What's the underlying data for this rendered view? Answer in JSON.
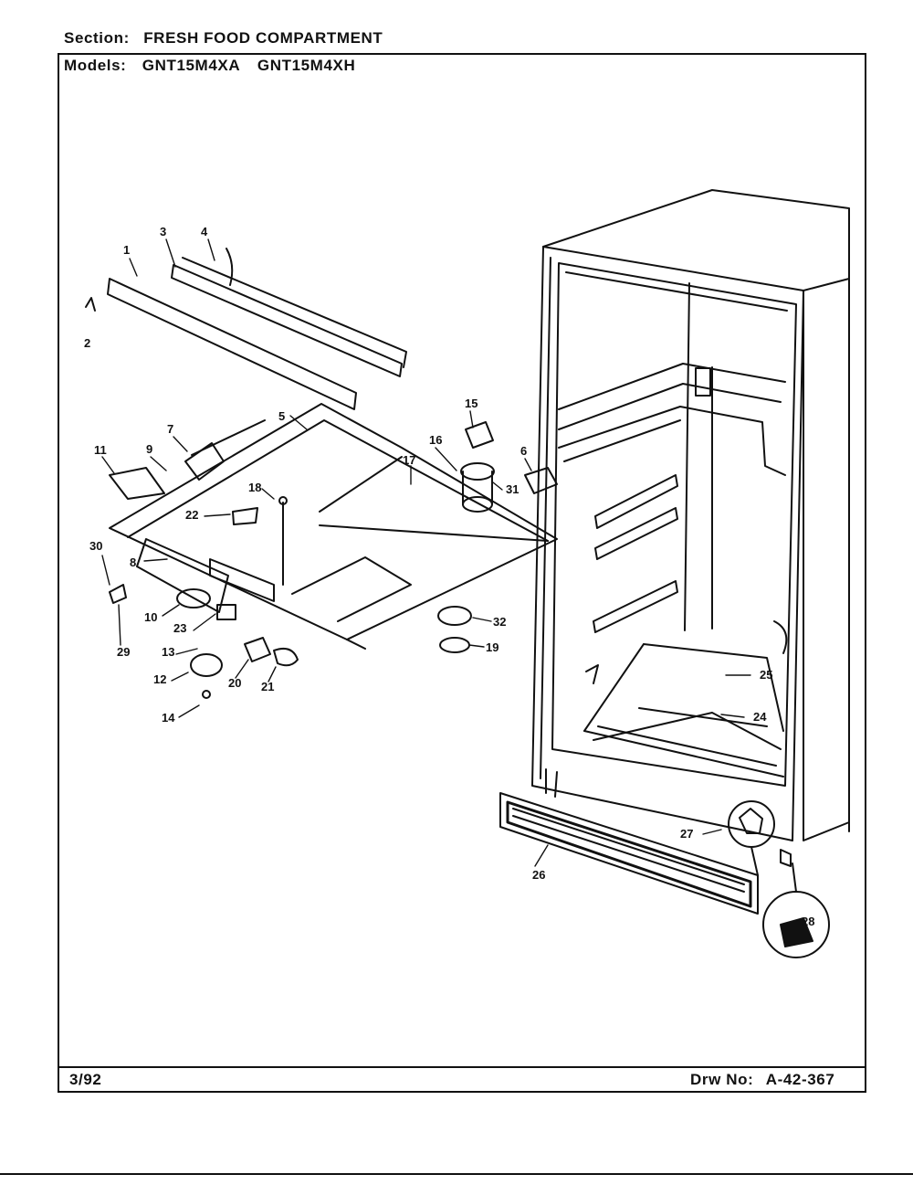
{
  "header": {
    "section_key": "Section:",
    "section_value": "FRESH FOOD COMPARTMENT",
    "models_key": "Models:",
    "model_1": "GNT15M4XA",
    "model_2": "GNT15M4XH"
  },
  "footer": {
    "date": "3/92",
    "drawing_key": "Drw No:",
    "drawing_no": "A-42-367"
  },
  "callouts": [
    "1",
    "2",
    "3",
    "4",
    "5",
    "7",
    "8",
    "9",
    "10",
    "11",
    "12",
    "13",
    "14",
    "15",
    "16",
    "17",
    "18",
    "19",
    "20",
    "21",
    "22",
    "23",
    "24",
    "25",
    "26",
    "27",
    "28",
    "29",
    "30",
    "31",
    "32",
    "6"
  ]
}
